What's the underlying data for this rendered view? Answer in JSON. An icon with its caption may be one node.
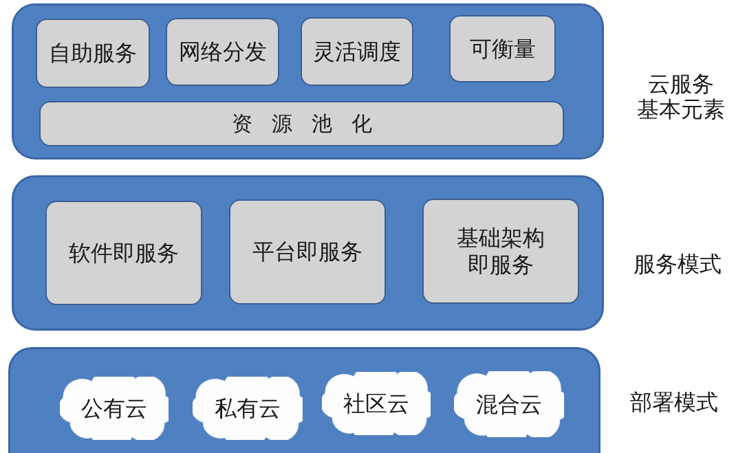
{
  "diagram": {
    "nodes": [
      {
        "text": [],
        "shape": "box",
        "beside": [
          "云服务基本元素"
        ]
      },
      {
        "text": [
          "自助服务"
        ],
        "in": 0
      },
      {
        "text": [
          "网络分发"
        ],
        "in": 0
      },
      {
        "text": [
          "灵活调度"
        ],
        "in": 0
      },
      {
        "text": [
          "可衡量"
        ],
        "in": 0
      },
      {
        "text": [
          "资源池化"
        ],
        "in": 0
      },
      {
        "text": [],
        "shape": "box",
        "beside": [
          "服务模式"
        ]
      },
      {
        "text": [
          "软件即服务"
        ],
        "in": 6
      },
      {
        "text": [
          "平台即服务"
        ],
        "in": 6
      },
      {
        "text": [
          "基础架构即服务"
        ],
        "in": 6
      },
      {
        "text": [],
        "shape": "box",
        "beside": [
          "部署模式"
        ]
      },
      {
        "text": [
          "公有云"
        ],
        "in": 10
      },
      {
        "text": [
          "私有云"
        ],
        "in": 10
      },
      {
        "text": [
          "社区云"
        ],
        "in": 10
      },
      {
        "text": [
          "混合云"
        ],
        "in": 10
      }
    ]
  }
}
